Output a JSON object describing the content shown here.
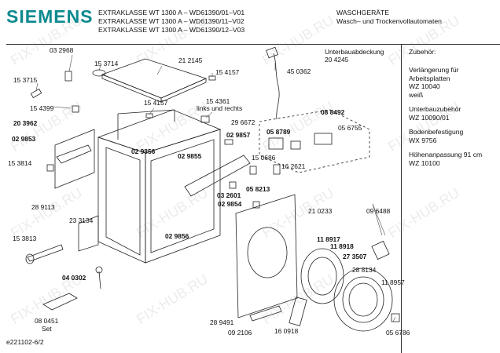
{
  "brand": "SIEMENS",
  "models": [
    "EXTRAKLASSE WT 1300 A – WD61390/01–V01",
    "EXTRAKLASSE WT 1300 A – WD61390/11–V02",
    "EXTRAKLASSE WT 1300 A – WD61390/12–V03"
  ],
  "category": [
    "WASCHGERÄTE",
    "Wasch– und Trockenvollautomaten"
  ],
  "accessories": {
    "title": "Zubehör:",
    "items": [
      [
        "Verlängerung für",
        "Arbeitsplatten",
        "WZ 10040",
        "weiß"
      ],
      [
        "Unterbauzubehör",
        "WZ 10090/01"
      ],
      [
        "Bodenbefestigung",
        "WX 9756"
      ],
      [
        "Höhenanpassung 91 cm",
        "WZ 10100"
      ]
    ]
  },
  "footer": "e221102-6/2",
  "watermark": "FIX-HUB.RU",
  "parts": [
    {
      "text": "03 2968",
      "bold": false
    },
    {
      "text": "15 3714",
      "bold": false
    },
    {
      "text": "21 2145",
      "bold": false
    },
    {
      "text": "15 4157",
      "bold": false
    },
    {
      "text": "15 3715",
      "bold": false
    },
    {
      "text": "15 4399",
      "bold": false
    },
    {
      "text": "15 4157",
      "bold": false
    },
    {
      "text": "15 4361",
      "bold": false
    },
    {
      "text": "links und rechts",
      "bold": false
    },
    {
      "text": "20 3962",
      "bold": true
    },
    {
      "text": "02 9853",
      "bold": true
    },
    {
      "text": "02 9856",
      "bold": true
    },
    {
      "text": "02 9855",
      "bold": true
    },
    {
      "text": "02 9857",
      "bold": true
    },
    {
      "text": "15 3814",
      "bold": false
    },
    {
      "text": "28 9113",
      "bold": false
    },
    {
      "text": "23 3134",
      "bold": false
    },
    {
      "text": "15 3813",
      "bold": false
    },
    {
      "text": "02 9856",
      "bold": true
    },
    {
      "text": "04 0302",
      "bold": true
    },
    {
      "text": "08 0451",
      "bold": false
    },
    {
      "text": "Set",
      "bold": false
    },
    {
      "text": "45 0362",
      "bold": false
    },
    {
      "text": "Unterbauabdeckung",
      "bold": false
    },
    {
      "text": "20 4245",
      "bold": false
    },
    {
      "text": "29 6672",
      "bold": false
    },
    {
      "text": "08 8492",
      "bold": true
    },
    {
      "text": "05 8789",
      "bold": true
    },
    {
      "text": "05 6755",
      "bold": false
    },
    {
      "text": "15 0686",
      "bold": false
    },
    {
      "text": "16 2621",
      "bold": false
    },
    {
      "text": "05 8213",
      "bold": true
    },
    {
      "text": "03 2601",
      "bold": true
    },
    {
      "text": "02 9854",
      "bold": true
    },
    {
      "text": "21 0233",
      "bold": false
    },
    {
      "text": "09 6488",
      "bold": false
    },
    {
      "text": "11 8917",
      "bold": true
    },
    {
      "text": "11 8918",
      "bold": true
    },
    {
      "text": "27 3507",
      "bold": true
    },
    {
      "text": "28 8134",
      "bold": false
    },
    {
      "text": "11 8957",
      "bold": false
    },
    {
      "text": "28 9491",
      "bold": false
    },
    {
      "text": "09 2106",
      "bold": false
    },
    {
      "text": "16 0918",
      "bold": false
    },
    {
      "text": "05 6786",
      "bold": false
    }
  ]
}
